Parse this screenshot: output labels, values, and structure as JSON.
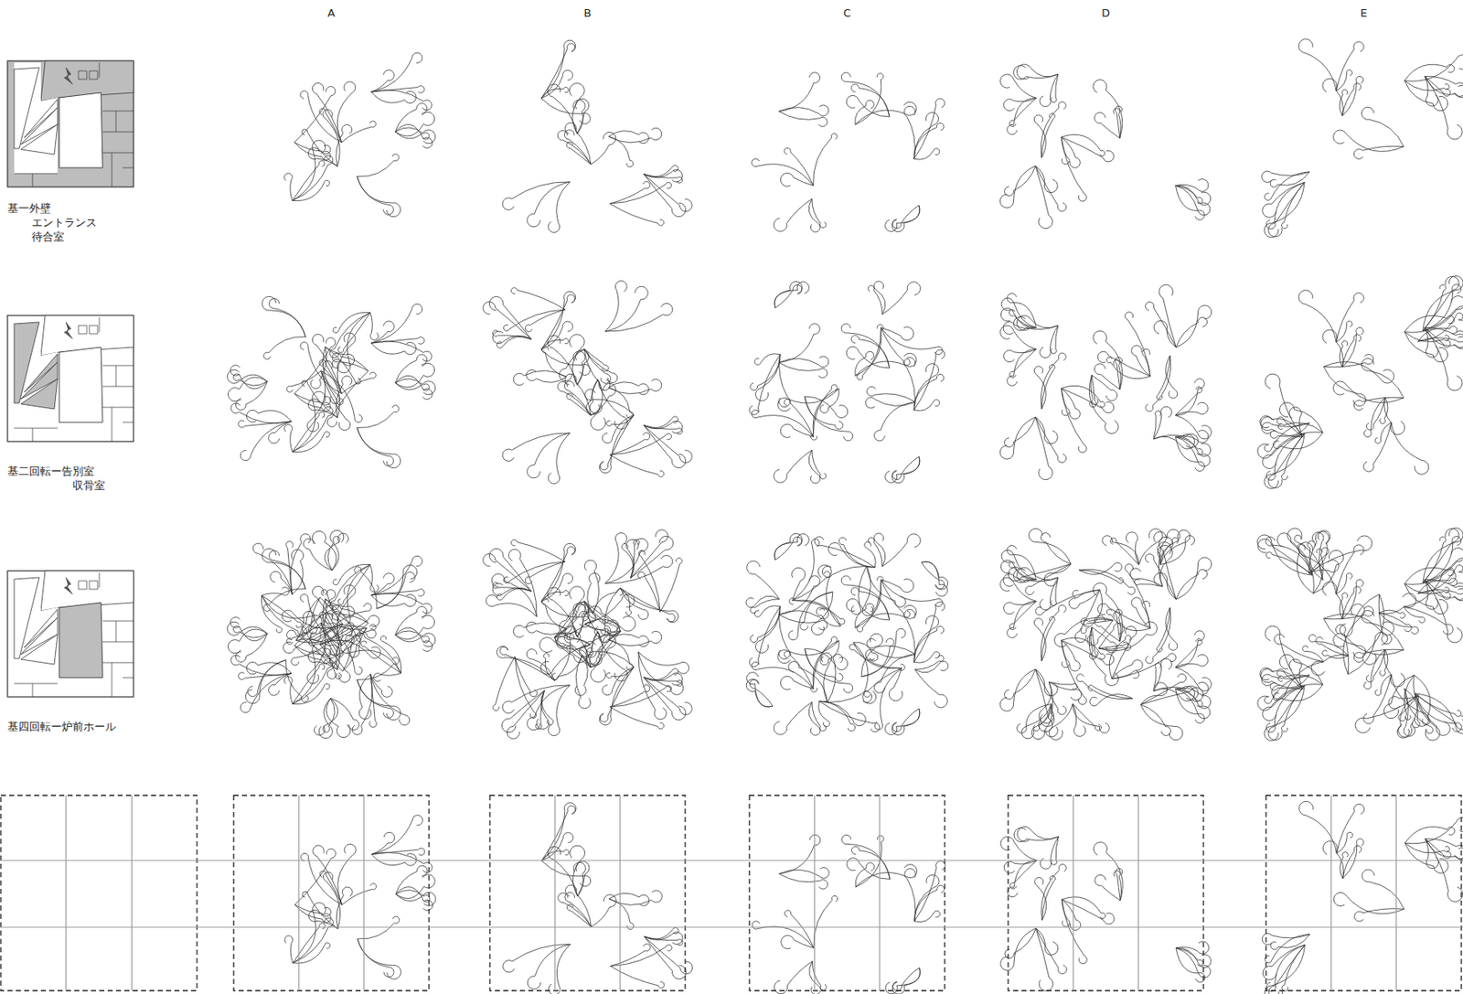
{
  "diagram": {
    "labels": [
      "A",
      "B",
      "C",
      "D",
      "E",
      "基一外壁",
      "エントランス",
      "待合室",
      "基二回転ー告別室",
      "収骨室",
      "基四回転ー炉前ホール"
    ]
  }
}
